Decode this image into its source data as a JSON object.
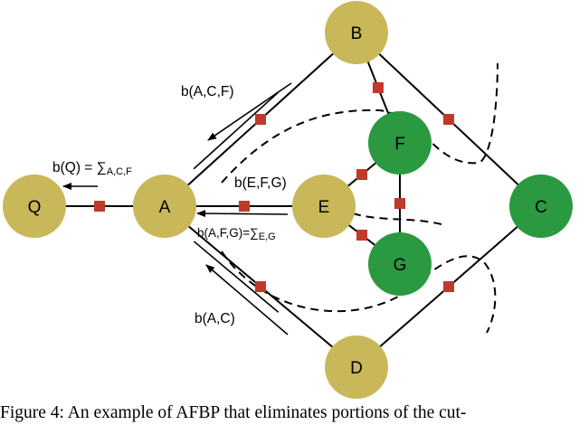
{
  "colors": {
    "variable_node": "#c8b85a",
    "factor_node": "#2a9940",
    "factor_square": "#c0392b",
    "stroke": "#000000"
  },
  "nodes": [
    {
      "id": "Q",
      "label": "Q",
      "kind": "variable"
    },
    {
      "id": "A",
      "label": "A",
      "kind": "variable"
    },
    {
      "id": "B",
      "label": "B",
      "kind": "variable"
    },
    {
      "id": "D",
      "label": "D",
      "kind": "variable"
    },
    {
      "id": "E",
      "label": "E",
      "kind": "variable"
    },
    {
      "id": "F",
      "label": "F",
      "kind": "factor"
    },
    {
      "id": "G",
      "label": "G",
      "kind": "factor"
    },
    {
      "id": "C",
      "label": "C",
      "kind": "factor"
    }
  ],
  "edges": [
    [
      "Q",
      "A"
    ],
    [
      "A",
      "B"
    ],
    [
      "A",
      "D"
    ],
    [
      "A",
      "E"
    ],
    [
      "B",
      "F"
    ],
    [
      "B",
      "C"
    ],
    [
      "D",
      "C"
    ],
    [
      "E",
      "F"
    ],
    [
      "E",
      "G"
    ],
    [
      "F",
      "G"
    ]
  ],
  "messages": [
    {
      "id": "bQ",
      "text": "b(Q) = ",
      "sum": "∑",
      "sub": "A,C,F"
    },
    {
      "id": "bACF",
      "text": "b(A,C,F)"
    },
    {
      "id": "bEFG",
      "text": "b(E,F,G)"
    },
    {
      "id": "bAFG",
      "text": "b(A,F,G)=",
      "sum": "∑",
      "sub": "E,G"
    },
    {
      "id": "bAC",
      "text": "b(A,C)"
    }
  ],
  "caption": "Figure 4: An example of AFBP that eliminates portions of the cut-"
}
